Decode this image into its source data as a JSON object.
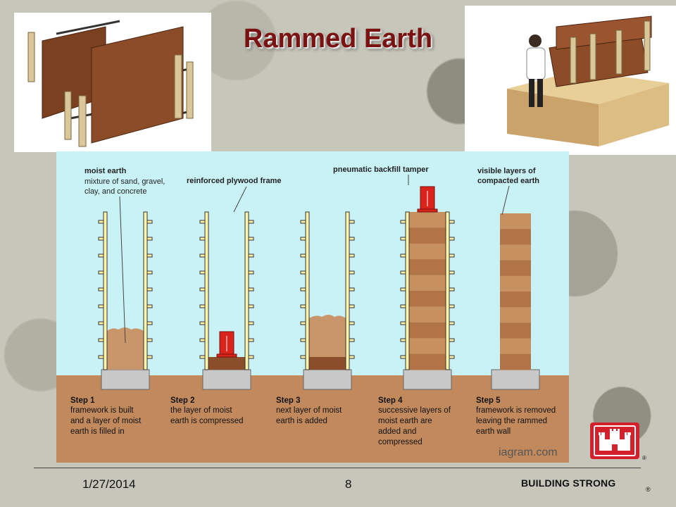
{
  "slide": {
    "title": "Rammed Earth",
    "date": "1/27/2014",
    "page_number": "8",
    "brand": "BUILDING STRONG",
    "brand_mark": "®",
    "logo_mark": "®"
  },
  "colors": {
    "title": "#7a1212",
    "sky": "#c9f2f7",
    "soil": "#c28a5c",
    "earth_fill": "#c9956a",
    "compacted": "#8a4f2a",
    "frame": "#fff4a8",
    "tamper": "#d9241b",
    "logo": "#d3202a"
  },
  "diagram": {
    "labels": {
      "moist_earth_title": "moist earth",
      "moist_earth_desc": [
        "mixture of sand, gravel,",
        "clay, and concrete"
      ],
      "frame": "reinforced plywood frame",
      "tamper": "pneumatic backfill tamper",
      "layers": [
        "visible layers of",
        "compacted earth"
      ]
    },
    "steps": [
      {
        "title": "Step 1",
        "lines": [
          "framework is built",
          "and a layer of moist",
          "earth is filled in"
        ]
      },
      {
        "title": "Step 2",
        "lines": [
          "the layer of moist",
          "earth is compressed"
        ]
      },
      {
        "title": "Step 3",
        "lines": [
          "next layer of moist",
          "earth is added"
        ]
      },
      {
        "title": "Step 4",
        "lines": [
          "successive layers of",
          "moist earth are",
          "added and",
          "compressed"
        ]
      },
      {
        "title": "Step 5",
        "lines": [
          "framework is removed",
          "leaving the rammed",
          "earth wall"
        ]
      }
    ],
    "watermark": "iagram.com"
  },
  "icons": {
    "logo": "castle-logo-icon"
  }
}
